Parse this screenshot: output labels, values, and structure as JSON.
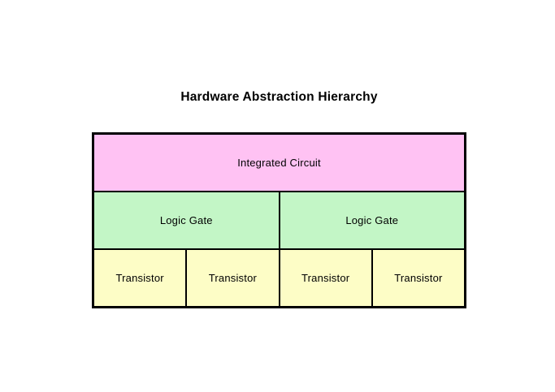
{
  "title": "Hardware Abstraction Hierarchy",
  "colors": {
    "background": "#ffffff",
    "border": "#000000",
    "text": "#000000",
    "integrated_circuit_fill": "#ffc2f3",
    "logic_gate_fill": "#c3f6c6",
    "transistor_fill": "#fdfdc6"
  },
  "diagram": {
    "rows": [
      {
        "level": "integrated-circuit",
        "cells": [
          {
            "label": "Integrated Circuit"
          }
        ]
      },
      {
        "level": "logic-gate",
        "cells": [
          {
            "label": "Logic Gate"
          },
          {
            "label": "Logic Gate"
          }
        ]
      },
      {
        "level": "transistor",
        "cells": [
          {
            "label": "Transistor"
          },
          {
            "label": "Transistor"
          },
          {
            "label": "Transistor"
          },
          {
            "label": "Transistor"
          }
        ]
      }
    ]
  }
}
